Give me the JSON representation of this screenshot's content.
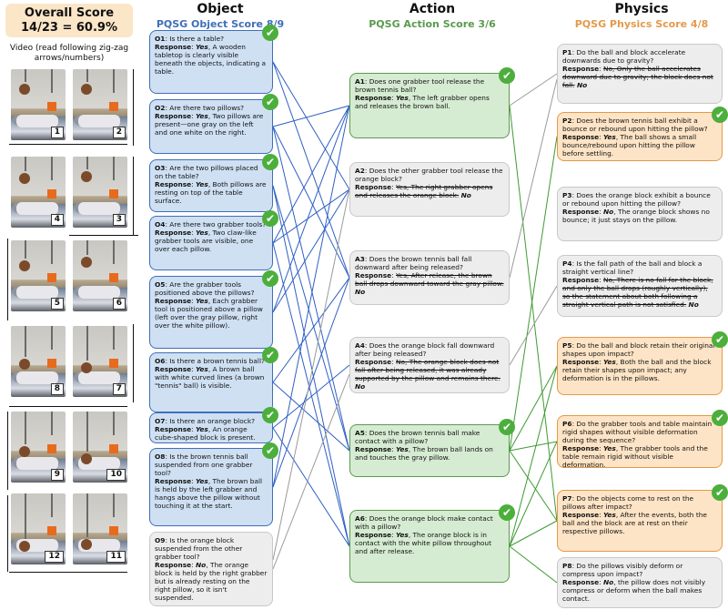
{
  "score": {
    "line1": "Overall Score",
    "line2": "14/23 = 60.9%"
  },
  "video_label": "Video (read following zig-zag arrows/numbers)",
  "frame_numbers": [
    "1",
    "2",
    "3",
    "4",
    "5",
    "6",
    "7",
    "8",
    "9",
    "10",
    "11",
    "12"
  ],
  "columns": {
    "object": {
      "title": "Object",
      "subtitle": "PQSG Object Score 8/9",
      "color": "#3f6fb8"
    },
    "action": {
      "title": "Action",
      "subtitle": "PQSG Action Score 3/6",
      "color": "#5a9a4e"
    },
    "physics": {
      "title": "Physics",
      "subtitle": "PQSG Physics Score 4/8",
      "color": "#e39a4a"
    }
  },
  "objects": [
    {
      "id": "O1",
      "q": "Is there a table?",
      "label": "Response",
      "ans": "Yes",
      "rest": ", A wooden tabletop is clearly visible beneath the objects, indicating a table.",
      "pass": true
    },
    {
      "id": "O2",
      "q": "Are there two pillows?",
      "label": "Response",
      "ans": "Yes",
      "rest": ", Two pillows are present—one gray on the left and one white on the right.",
      "pass": true
    },
    {
      "id": "O3",
      "q": "Are the two pillows placed on the table?",
      "label": "Response",
      "ans": "Yes",
      "rest": ", Both pillows are resting on top of the table surface.",
      "pass": true
    },
    {
      "id": "O4",
      "q": "Are there two grabber tools?",
      "label": "Response",
      "ans": "Yes",
      "rest": ", Two claw-like grabber tools are visible, one over each pillow.",
      "pass": true
    },
    {
      "id": "O5",
      "q": "Are the grabber tools positioned above the pillows?",
      "label": "Response",
      "ans": "Yes",
      "rest": ", Each grabber tool is positioned above a pillow (left over the gray pillow, right over the white pillow).",
      "pass": true
    },
    {
      "id": "O6",
      "q": "Is there a brown tennis ball?",
      "label": "Response",
      "ans": "Yes",
      "rest": ", A brown ball with white curved lines (a brown \"tennis\" ball) is visible.",
      "pass": true
    },
    {
      "id": "O7",
      "q": "Is there an orange block?",
      "label": "Response",
      "ans": "Yes",
      "rest": ", An orange cube-shaped block is present.",
      "pass": true
    },
    {
      "id": "O8",
      "q": "Is the brown tennis ball suspended from one grabber tool?",
      "label": "Response",
      "ans": "Yes",
      "rest": ", The brown ball is held by the left grabber and hangs above the pillow without touching it at the start.",
      "pass": true
    },
    {
      "id": "O9",
      "q": "Is the orange block suspended from the other grabber tool?",
      "label": "Response",
      "ans": "No",
      "rest": ", The orange block is held by the right grabber but is already resting on the right pillow, so it isn't suspended.",
      "pass": false
    }
  ],
  "actions": [
    {
      "id": "A1",
      "q": "Does one grabber tool release the brown tennis ball?",
      "label": "Response",
      "ans": "Yes",
      "rest": ", The left grabber opens and releases the brown ball.",
      "struck": "",
      "pass": true
    },
    {
      "id": "A2",
      "q": "Does the other grabber tool release the orange block?",
      "label": "Response",
      "ans": "",
      "rest": "",
      "struck": "Yes, The right grabber opens and releases the orange block.",
      "verdict": "No",
      "pass": false
    },
    {
      "id": "A3",
      "q": "Does the brown tennis ball fall downward after being released?",
      "label": "Response",
      "ans": "",
      "rest": "",
      "struck": "Yes, After release, the brown ball drops downward toward the gray pillow.",
      "verdict": "No",
      "pass": false
    },
    {
      "id": "A4",
      "q": "Does the orange block fall downward after being released?",
      "label": "Response",
      "ans": "",
      "rest": "",
      "struck": "No, The orange block does not fall after being released, it was already supported by the pillow and remains there.",
      "verdict": "No",
      "pass": false
    },
    {
      "id": "A5",
      "q": "Does the brown tennis ball make contact with a pillow?",
      "label": "Response",
      "ans": "Yes",
      "rest": ", The brown ball lands on and touches the gray pillow.",
      "struck": "",
      "pass": true
    },
    {
      "id": "A6",
      "q": "Does the orange block make contact with a pillow?",
      "label": "Response",
      "ans": "Yes",
      "rest": ", The orange block is in contact with the white pillow throughout and after release.",
      "struck": "",
      "pass": true
    }
  ],
  "physics": [
    {
      "id": "P1",
      "q": "Do the ball and block accelerate downwards due to gravity?",
      "label": "Response",
      "ans": "",
      "rest": "",
      "struck": "No, Only the ball accelerates downward due to gravity; the block does not fall.",
      "verdict": "No",
      "pass": false
    },
    {
      "id": "P2",
      "q": "Does the brown tennis ball exhibit a bounce or rebound upon hitting the pillow?",
      "label": "Response",
      "ans": "Yes",
      "rest": ", The ball shows a small bounce/rebound upon hitting the pillow before settling.",
      "struck": "",
      "pass": true
    },
    {
      "id": "P3",
      "q": "Does the orange block exhibit a bounce or rebound upon hitting the pillow?",
      "label": "Response",
      "ans": "No",
      "rest": ", The orange block shows no bounce; it just stays on the pillow.",
      "struck": "",
      "pass": false
    },
    {
      "id": "P4",
      "q": "Is the fall path of the ball and block a straight vertical line?",
      "label": "Response",
      "ans": "",
      "rest": "",
      "struck": "No, There is no fall for the block, and only the ball drops (roughly vertically), so the statement about both following a straight vertical path is not satisfied.",
      "verdict": "No",
      "pass": false
    },
    {
      "id": "P5",
      "q": "Do the ball and block retain their original shapes upon impact?",
      "label": "Response",
      "ans": "Yes",
      "rest": ", Both the ball and the block retain their shapes upon impact; any deformation is in the pillows.",
      "struck": "",
      "pass": true
    },
    {
      "id": "P6",
      "q": "Do the grabber tools and table maintain rigid shapes without visible deformation during the sequence?",
      "label": "Response",
      "ans": "Yes",
      "rest": ", The grabber tools and the table remain rigid without visible deformation.",
      "struck": "",
      "pass": true
    },
    {
      "id": "P7",
      "q": "Do the objects come to rest on the pillows after impact?",
      "label": "Response",
      "ans": "Yes",
      "rest": ", After the events, both the ball and the block are at rest on their respective pillows.",
      "struck": "",
      "pass": true
    },
    {
      "id": "P8",
      "q": "Do the pillows visibly deform or compress upon impact?",
      "label": "Response",
      "ans": "No",
      "rest": ", the pillow does not visibly compress or deform when the ball makes contact.",
      "struck": "",
      "pass": false
    }
  ],
  "colors": {
    "object_link": "#2f5fc4",
    "action_link": "#3f9a33",
    "gray_link": "#9a9a9a",
    "check": "#4caf3c"
  }
}
